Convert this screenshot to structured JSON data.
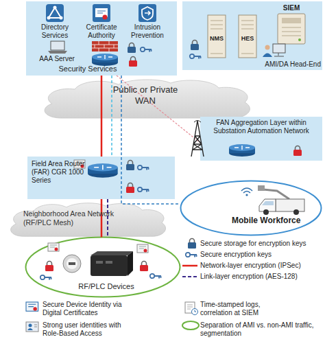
{
  "diagram": {
    "nodes": [
      {
        "text": [
          "Directory Services",
          "Certificate Authority",
          "Intrusion Prevention",
          "AAA Server",
          "Security Services"
        ]
      },
      {
        "text": [
          "NMS",
          "HES",
          "SIEM",
          "AMI/DA Head-End"
        ]
      },
      {
        "text": [
          "Public or Private WAN"
        ]
      },
      {
        "text": [
          "FAN Aggregation Layer within Substation Automation Network"
        ]
      },
      {
        "text": [
          "Field Area Router (FAR) CGR 1000 Series"
        ]
      },
      {
        "text": [
          "Neighborhood Area Network (RF/PLC Mesh)"
        ]
      },
      {
        "text": [
          "Mobile Workforce"
        ]
      },
      {
        "text": [
          "RF/PLC Devices"
        ]
      }
    ],
    "edges": [
      {
        "from": 0,
        "to": 4,
        "arrow": "none"
      },
      {
        "from": 4,
        "to": 7,
        "arrow": "none"
      },
      {
        "from": 4,
        "to": 7,
        "arrow": "none"
      },
      {
        "from": 0,
        "to": 3,
        "arrow": "none"
      },
      {
        "from": 0,
        "to": 4,
        "arrow": "none"
      },
      {
        "from": 0,
        "to": 6,
        "arrow": "none"
      }
    ],
    "legend": [
      {
        "text": "Secure storage for encryption keys"
      },
      {
        "text": "Secure encryption keys"
      },
      {
        "text": "Network-layer encryption (IPSec)"
      },
      {
        "text": "Link-layer encryption (AES-128)"
      },
      {
        "text": "Secure Device Identity via Digital Certificates"
      },
      {
        "text": "Strong user identities with Role-Based Access"
      },
      {
        "text": "Time-stamped logs, correlation at SIEM"
      },
      {
        "text": "Separation of AMI vs. non-AMI traffic, segmentation"
      }
    ]
  }
}
